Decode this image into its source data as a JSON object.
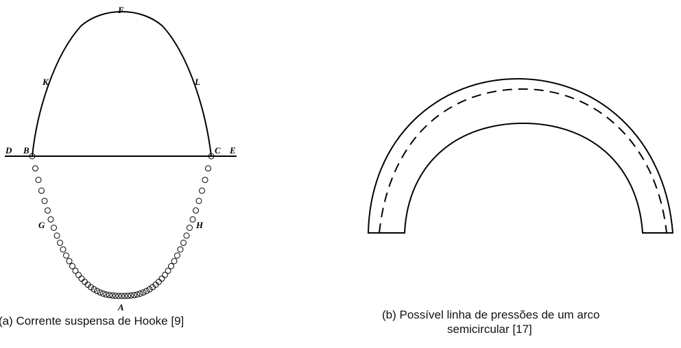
{
  "figure_a": {
    "labels": {
      "F": "F",
      "K": "K",
      "L": "L",
      "D": "D",
      "B": "B",
      "C": "C",
      "E": "E",
      "G": "G",
      "H": "H",
      "A": "A"
    },
    "caption": "(a) Corrente suspensa de Hooke [9]"
  },
  "figure_b": {
    "caption_line1": "(b) Possível linha de pressões de um arco",
    "caption_line2": "semicircular [17]"
  },
  "colors": {
    "ink": "#000000",
    "background": "#ffffff"
  }
}
